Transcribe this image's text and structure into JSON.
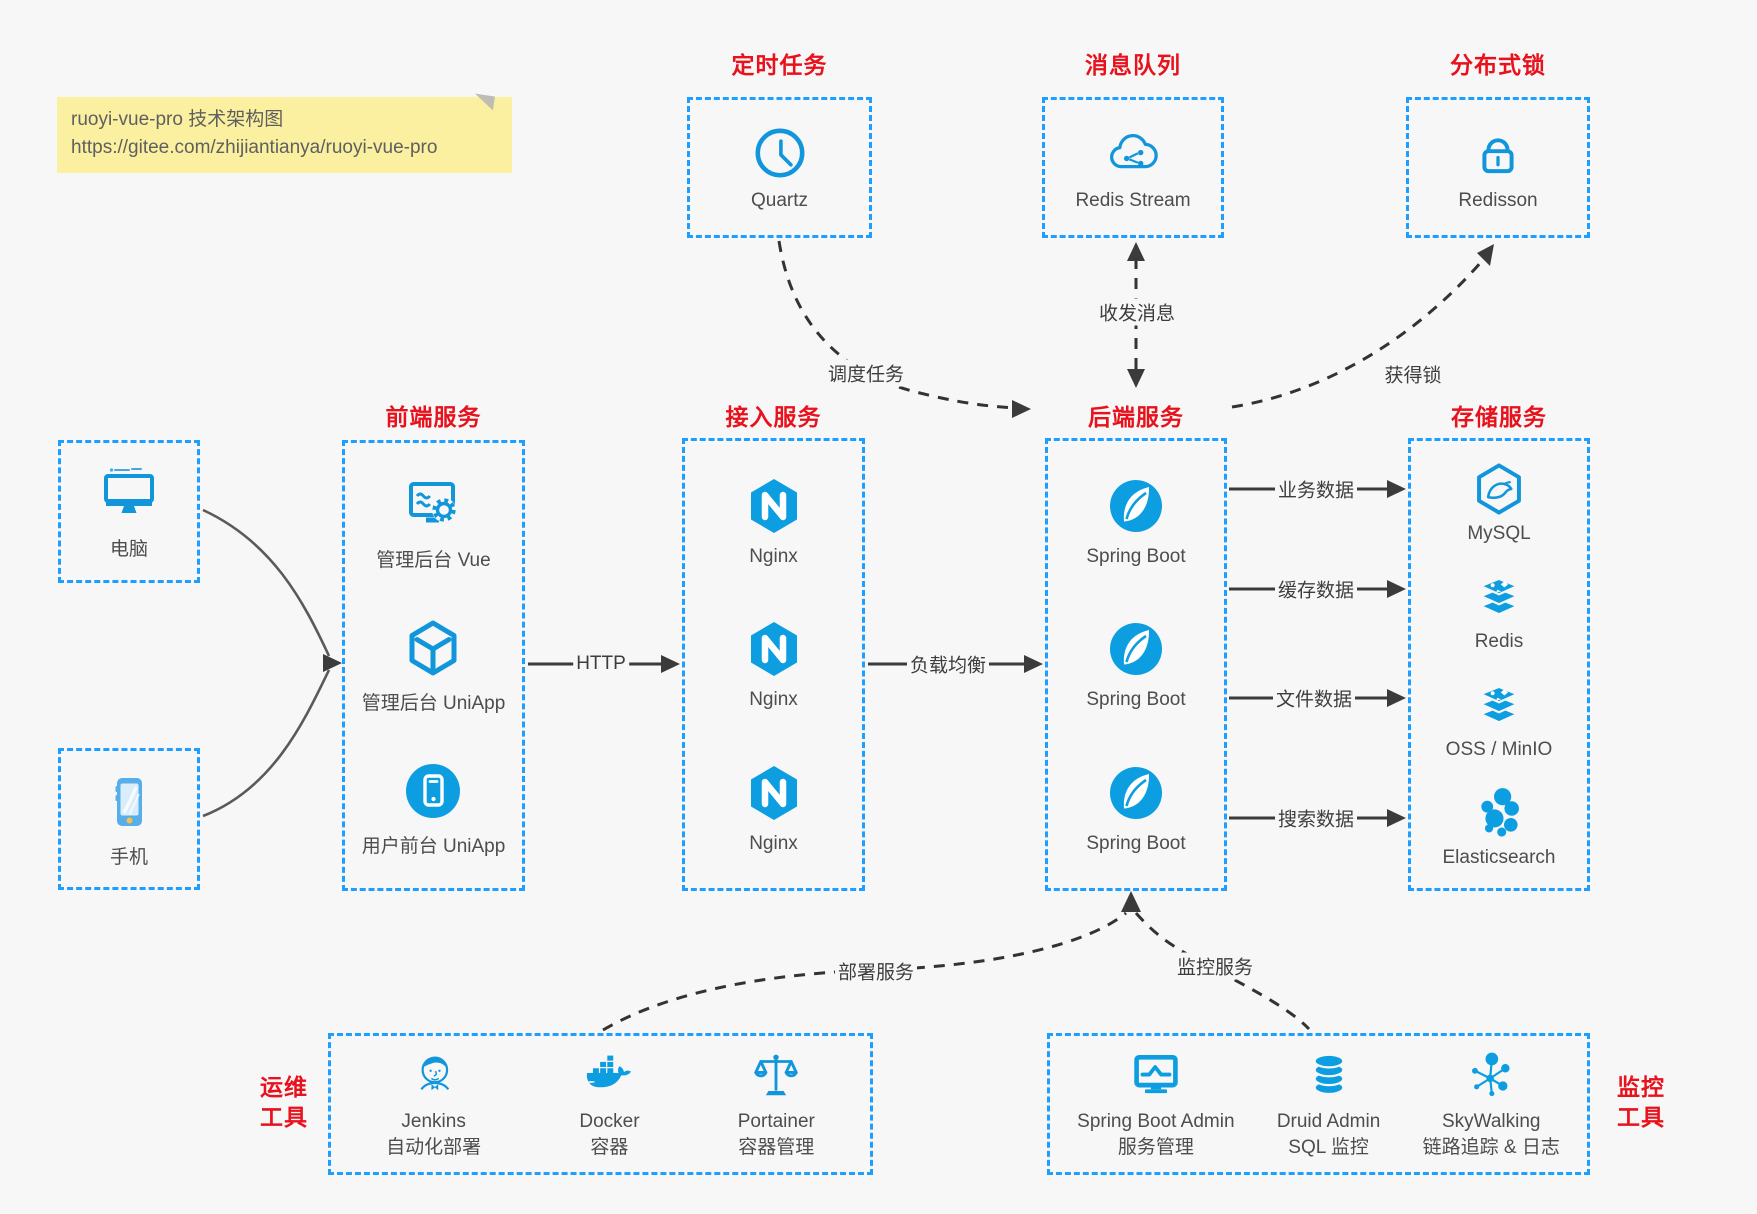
{
  "note": {
    "line1": "ruoyi-vue-pro 技术架构图",
    "line2": "https://gitee.com/zhijiantianya/ruoyi-vue-pro"
  },
  "colors": {
    "background": "#f7f7f8",
    "dash_border_blue": "#1e9fff",
    "icon_blue": "#1296db",
    "title_red": "#e8121d",
    "arrow_dark": "#3b3b3b",
    "note_bg": "#faf0a0"
  },
  "top_groups": {
    "scheduled": {
      "title": "定时任务",
      "item": "Quartz"
    },
    "mq": {
      "title": "消息队列",
      "item": "Redis Stream"
    },
    "lock": {
      "title": "分布式锁",
      "item": "Redisson"
    }
  },
  "clients": {
    "computer": "电脑",
    "phone": "手机"
  },
  "frontend": {
    "title": "前端服务",
    "items": [
      {
        "label": "管理后台 Vue"
      },
      {
        "label": "管理后台 UniApp"
      },
      {
        "label": "用户前台 UniApp"
      }
    ]
  },
  "gateway": {
    "title": "接入服务",
    "items": [
      {
        "label": "Nginx"
      },
      {
        "label": "Nginx"
      },
      {
        "label": "Nginx"
      }
    ]
  },
  "backend": {
    "title": "后端服务",
    "items": [
      {
        "label": "Spring Boot"
      },
      {
        "label": "Spring Boot"
      },
      {
        "label": "Spring Boot"
      }
    ]
  },
  "storage": {
    "title": "存储服务",
    "items": [
      {
        "label": "MySQL"
      },
      {
        "label": "Redis"
      },
      {
        "label": "OSS / MinIO"
      },
      {
        "label": "Elasticsearch"
      }
    ]
  },
  "ops": {
    "title_line1": "运维",
    "title_line2": "工具",
    "items": [
      {
        "name": "Jenkins",
        "desc": "自动化部署"
      },
      {
        "name": "Docker",
        "desc": "容器"
      },
      {
        "name": "Portainer",
        "desc": "容器管理"
      }
    ]
  },
  "monitoring": {
    "title_line1": "监控",
    "title_line2": "工具",
    "items": [
      {
        "name": "Spring Boot Admin",
        "desc": "服务管理"
      },
      {
        "name": "Druid Admin",
        "desc": "SQL 监控"
      },
      {
        "name": "SkyWalking",
        "desc": "链路追踪 & 日志"
      }
    ]
  },
  "edges": {
    "http": "HTTP",
    "load_balance": "负载均衡",
    "schedule": "调度任务",
    "message": "收发消息",
    "acquire_lock": "获得锁",
    "business_data": "业务数据",
    "cache_data": "缓存数据",
    "file_data": "文件数据",
    "search_data": "搜索数据",
    "deploy": "部署服务",
    "monitor": "监控服务"
  }
}
